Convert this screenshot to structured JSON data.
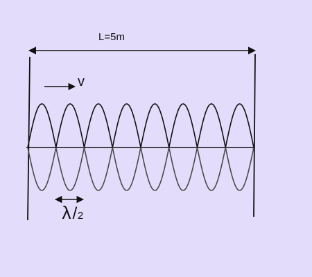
{
  "diagram": {
    "length_label": "L=5m",
    "velocity_label": "v",
    "half_wavelength_symbol": "λ",
    "half_wavelength_slash": "/",
    "half_wavelength_denominator": "2",
    "loops": 8,
    "colors": {
      "background": "#e4dcfb",
      "line": "#111111",
      "lower_wave": "#4a4a4a"
    }
  }
}
